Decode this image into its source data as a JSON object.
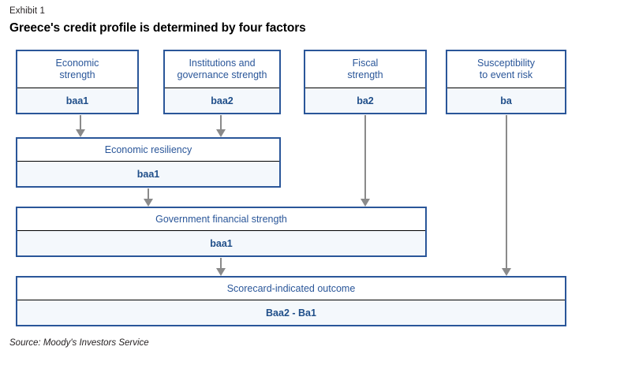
{
  "header": {
    "exhibit_label": "Exhibit 1",
    "title": "Greece's credit profile is determined by four factors"
  },
  "footer": {
    "source": "Source: Moody's Investors Service"
  },
  "colors": {
    "box_border": "#2a5699",
    "box_title_text": "#2a5699",
    "box_value_text": "#1f4e89",
    "box_value_fill": "#f4f8fc",
    "arrow": "#8a8a8a",
    "divider": "#000000",
    "page_background": "#ffffff"
  },
  "chart_data": {
    "type": "diagram",
    "title": "Greece's credit profile is determined by four factors",
    "subtitle": "Exhibit 1",
    "source": "Source: Moody's Investors Service",
    "nodes": [
      {
        "id": "economic_strength",
        "label": "Economic\nstrength",
        "value": "baa1",
        "level": 1
      },
      {
        "id": "institutions",
        "label": "Institutions and\ngovernance strength",
        "value": "baa2",
        "level": 1
      },
      {
        "id": "fiscal_strength",
        "label": "Fiscal\nstrength",
        "value": "ba2",
        "level": 1
      },
      {
        "id": "susceptibility",
        "label": "Susceptibility\nto event risk",
        "value": "ba",
        "level": 1
      },
      {
        "id": "economic_resiliency",
        "label": "Economic resiliency",
        "value": "baa1",
        "level": 2
      },
      {
        "id": "govt_financial",
        "label": "Government financial strength",
        "value": "baa1",
        "level": 3
      },
      {
        "id": "scorecard",
        "label": "Scorecard-indicated outcome",
        "value": "Baa2 - Ba1",
        "level": 4
      }
    ],
    "edges": [
      {
        "from": "economic_strength",
        "to": "economic_resiliency"
      },
      {
        "from": "institutions",
        "to": "economic_resiliency"
      },
      {
        "from": "fiscal_strength",
        "to": "govt_financial"
      },
      {
        "from": "susceptibility",
        "to": "scorecard"
      },
      {
        "from": "economic_resiliency",
        "to": "govt_financial"
      },
      {
        "from": "govt_financial",
        "to": "scorecard"
      }
    ]
  },
  "boxes": {
    "economic_strength": {
      "title": "Economic\nstrength",
      "value": "baa1"
    },
    "institutions": {
      "title": "Institutions and\ngovernance strength",
      "value": "baa2"
    },
    "fiscal_strength": {
      "title": "Fiscal\nstrength",
      "value": "ba2"
    },
    "susceptibility": {
      "title": "Susceptibility\nto event risk",
      "value": "ba"
    },
    "economic_resiliency": {
      "title": "Economic resiliency",
      "value": "baa1"
    },
    "govt_financial": {
      "title": "Government financial strength",
      "value": "baa1"
    },
    "scorecard": {
      "title": "Scorecard-indicated outcome",
      "value": "Baa2 - Ba1"
    }
  }
}
